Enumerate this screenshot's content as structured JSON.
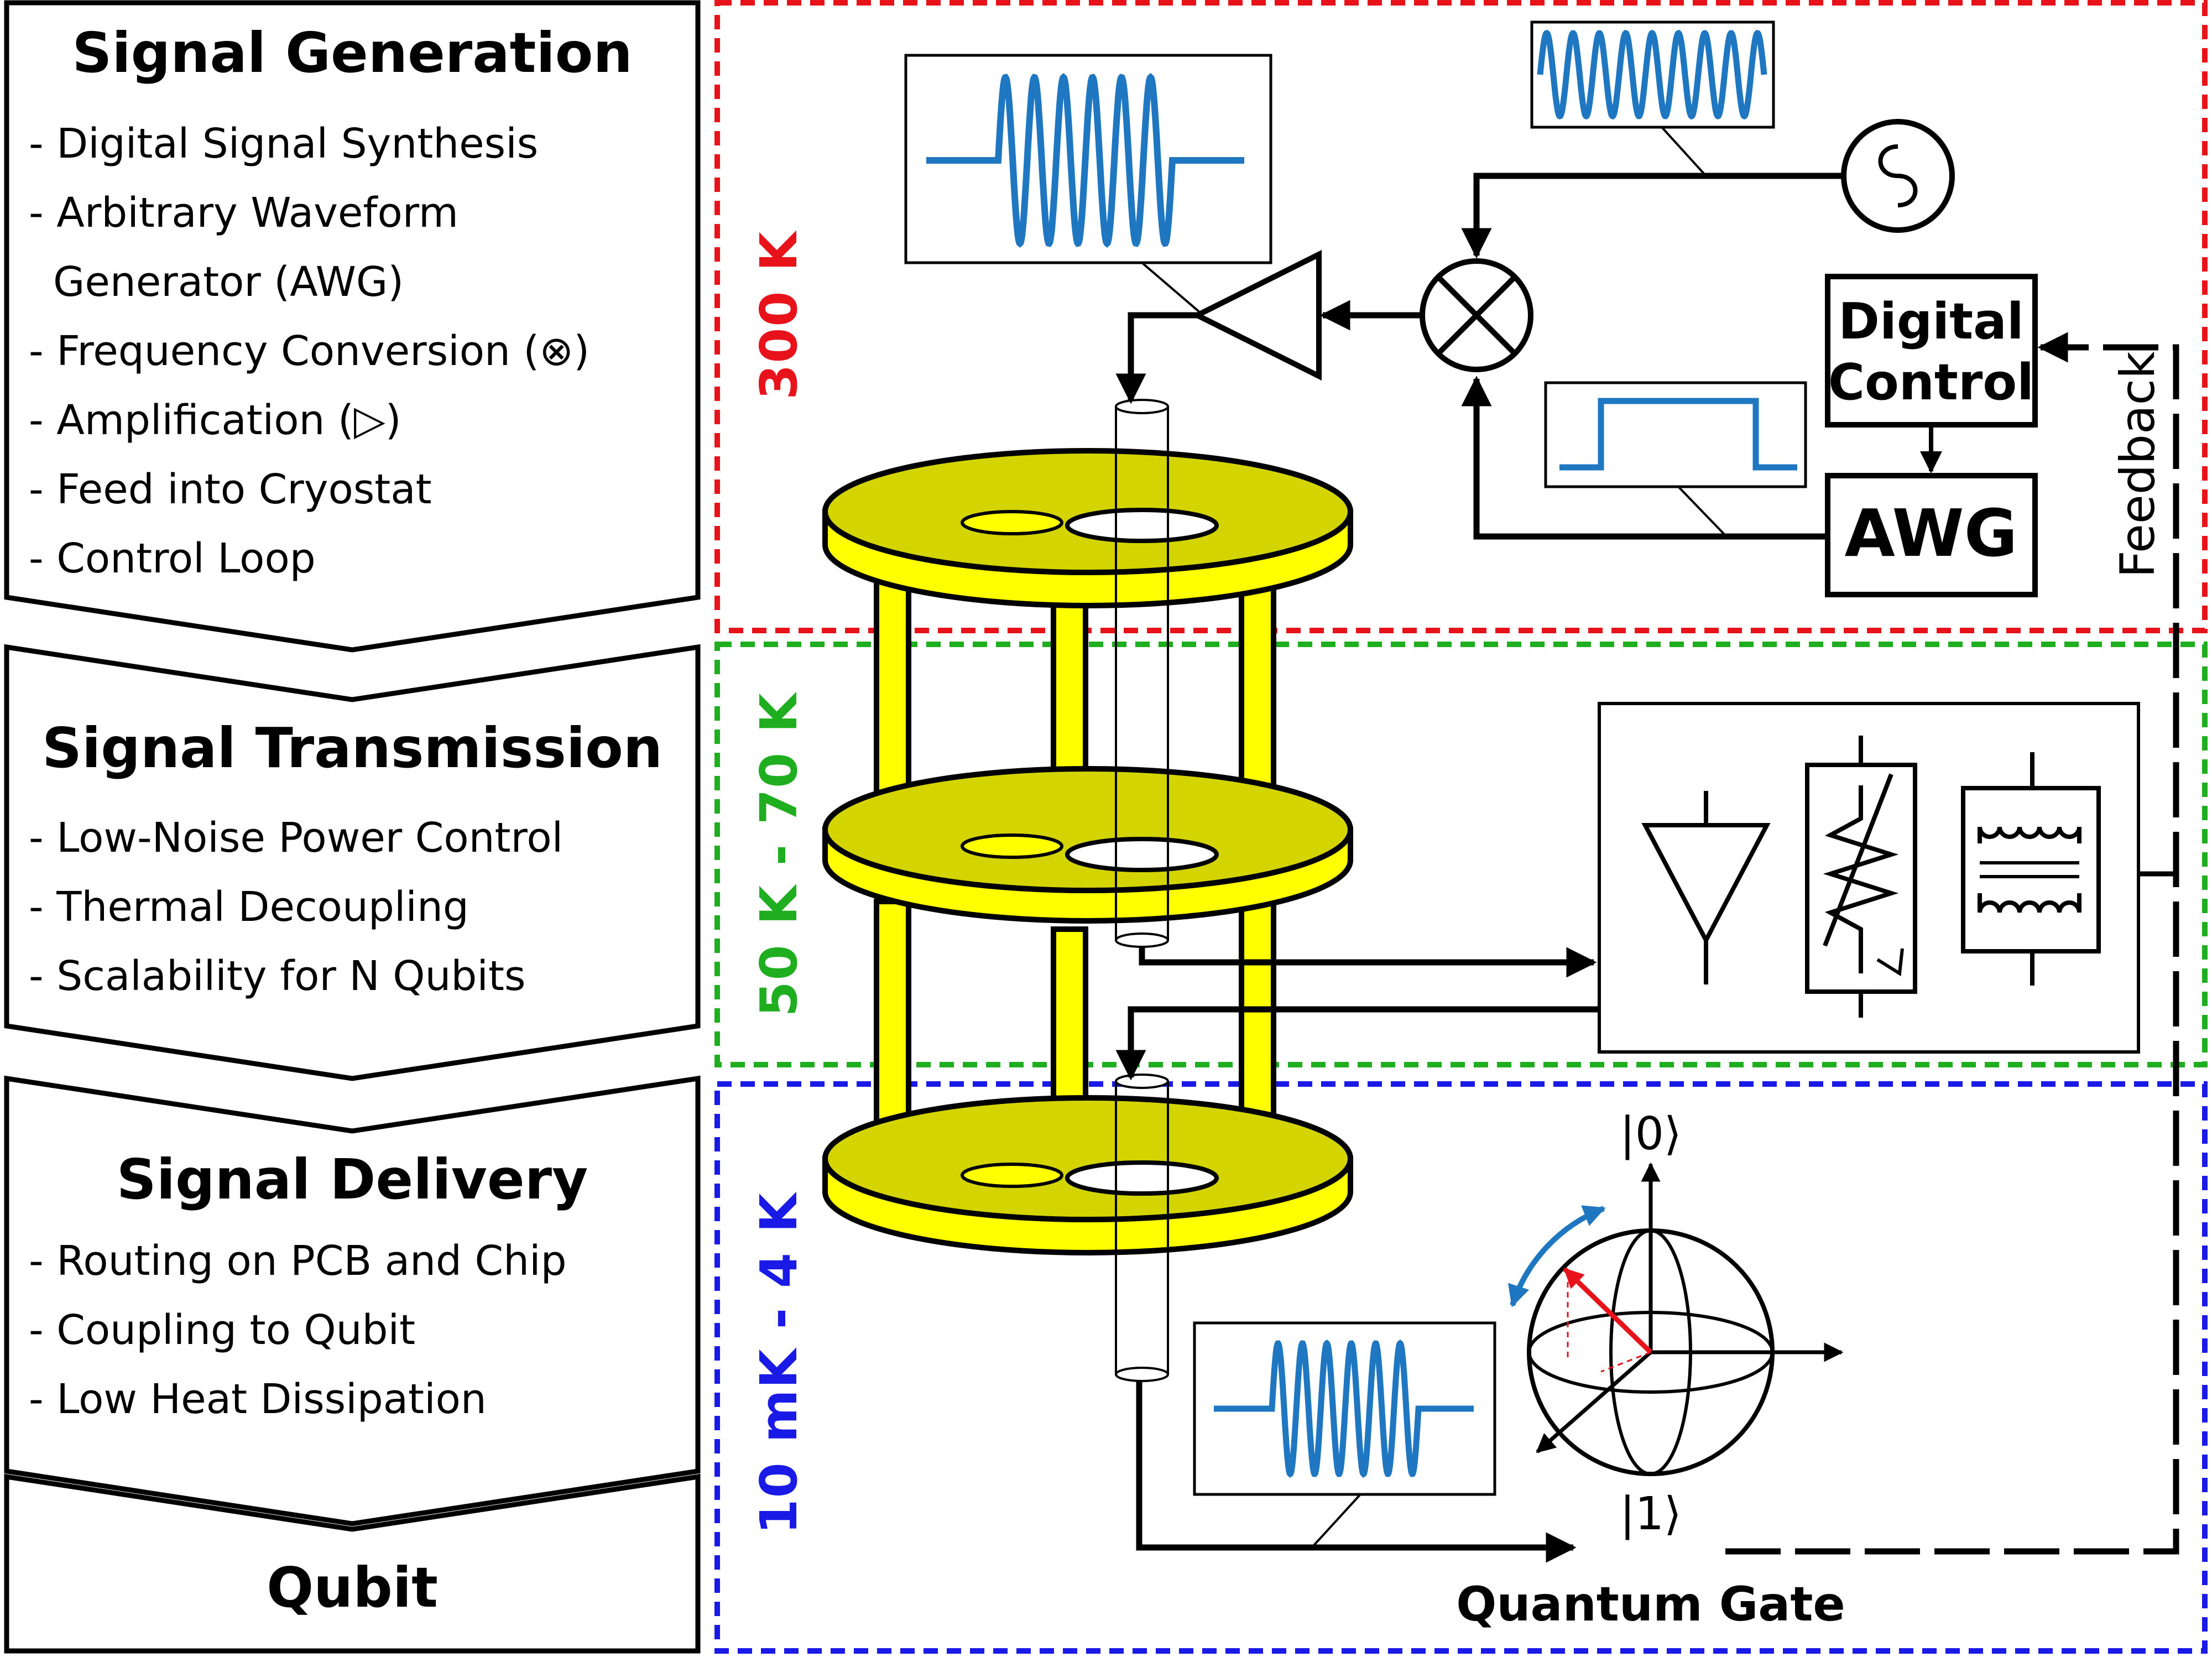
{
  "stages": {
    "generation": {
      "title": "Signal Generation",
      "items": [
        "- Digital Signal Synthesis",
        "- Arbitrary Waveform",
        "Generator (AWG)",
        "- Frequency Conversion (⊗)",
        "- Amplification (▷)",
        "- Feed into Cryostat",
        "- Control Loop"
      ]
    },
    "transmission": {
      "title": "Signal Transmission",
      "items": [
        "- Low-Noise Power Control",
        "- Thermal Decoupling",
        "- Scalability for N Qubits"
      ]
    },
    "delivery": {
      "title": "Signal Delivery",
      "items": [
        "- Routing on PCB and Chip",
        "- Coupling to Qubit",
        "- Low Heat Dissipation"
      ]
    },
    "qubit": {
      "title": "Qubit"
    }
  },
  "temperature_zones": {
    "room": {
      "label": "300 K",
      "color": "#e8131a"
    },
    "intermediate": {
      "label": "50 K - 70 K",
      "color": "#1fae1f"
    },
    "cold": {
      "label": "10 mK - 4 K",
      "color": "#1a1ae6"
    }
  },
  "components": {
    "digital_control": {
      "line1": "Digital",
      "line2": "Control"
    },
    "awg": {
      "label": "AWG"
    },
    "feedback": {
      "label": "Feedback"
    },
    "quantum_gate": {
      "label": "Quantum Gate"
    },
    "ket_zero": "|0⟩",
    "ket_one": "|1⟩"
  },
  "icons": [
    "local-oscillator-icon",
    "mixer-icon",
    "amplifier-icon",
    "attenuator-icon",
    "transformer-icon",
    "bloch-sphere-icon",
    "cryostat-icon"
  ],
  "colors": {
    "waveform": "#1f77c2",
    "plate_top": "#d4d400",
    "plate_side": "#ffff00",
    "state_vector": "#e8131a"
  }
}
